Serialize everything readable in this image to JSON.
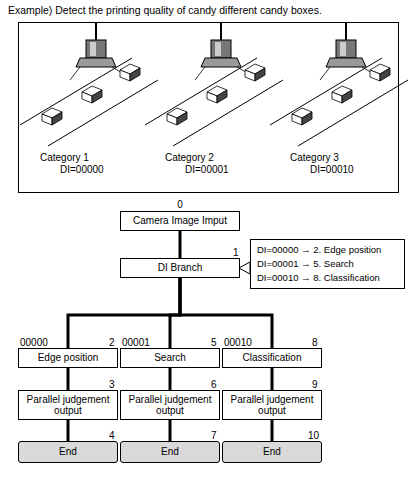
{
  "diagram": {
    "title": "Example) Detect the printing quality of candy different candy boxes.",
    "nodes": [
      {
        "text": [
          "Camera Image Imput"
        ]
      },
      {
        "text": [
          "DI Branch"
        ]
      },
      {
        "text": [
          "DI=00000 → 2. Edge position",
          "DI=00001 → 5. Search",
          "DI=00010 → 8. Classification"
        ]
      },
      {
        "text": [
          "Edge position"
        ]
      },
      {
        "text": [
          "Search"
        ]
      },
      {
        "text": [
          "Classification"
        ]
      },
      {
        "text": [
          "Parallel judgement output"
        ]
      },
      {
        "text": [
          "Parallel judgement output"
        ]
      },
      {
        "text": [
          "Parallel judgement output"
        ]
      },
      {
        "text": [
          "End"
        ]
      },
      {
        "text": [
          "End"
        ]
      },
      {
        "text": [
          "End"
        ]
      }
    ],
    "edges": [
      {
        "from": 0,
        "to": 1,
        "arrow": "none"
      },
      {
        "from": 1,
        "to": 3,
        "arrow": "none"
      },
      {
        "from": 1,
        "to": 4,
        "arrow": "none"
      },
      {
        "from": 1,
        "to": 5,
        "arrow": "none"
      },
      {
        "from": 3,
        "to": 6,
        "arrow": "none"
      },
      {
        "from": 4,
        "to": 7,
        "arrow": "none"
      },
      {
        "from": 5,
        "to": 8,
        "arrow": "none"
      },
      {
        "from": 6,
        "to": 9,
        "arrow": "none"
      },
      {
        "from": 7,
        "to": 10,
        "arrow": "none"
      },
      {
        "from": 8,
        "to": 11,
        "arrow": "none"
      }
    ],
    "labels": [
      "Category 1",
      "DI=00000",
      "Category 2",
      "DI=00001",
      "Category 3",
      "DI=00010",
      "0",
      "1",
      "00000",
      "2",
      "00001",
      "5",
      "00010",
      "8",
      "3",
      "6",
      "9",
      "4",
      "7",
      "10"
    ]
  }
}
